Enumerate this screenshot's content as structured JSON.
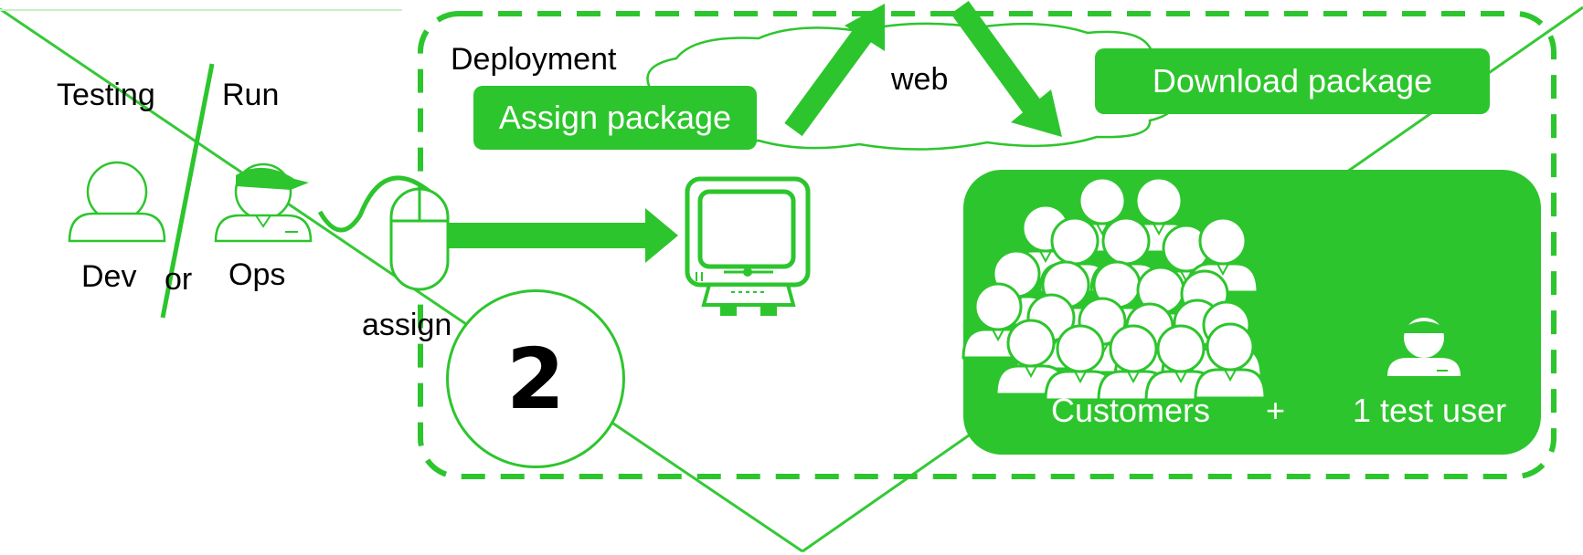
{
  "colors": {
    "accent": "#2dc52d",
    "line": "#35c935"
  },
  "left_panel": {
    "testing_label": "Testing",
    "run_label": "Run",
    "dev_label": "Dev",
    "or_label": "or",
    "ops_label": "Ops",
    "assign_label": "assign"
  },
  "deployment": {
    "title": "Deployment",
    "assign_package": "Assign package",
    "web_label": "web",
    "download_package": "Download package",
    "step_number": "2"
  },
  "audience": {
    "customers_label": "Customers",
    "plus_label": "+",
    "test_user_label": "1 test user"
  },
  "icons": [
    "dev-user-icon",
    "ops-user-icon",
    "mouse-icon",
    "computer-monitor-icon",
    "cloud-icon",
    "customers-crowd-icon",
    "test-user-icon"
  ]
}
